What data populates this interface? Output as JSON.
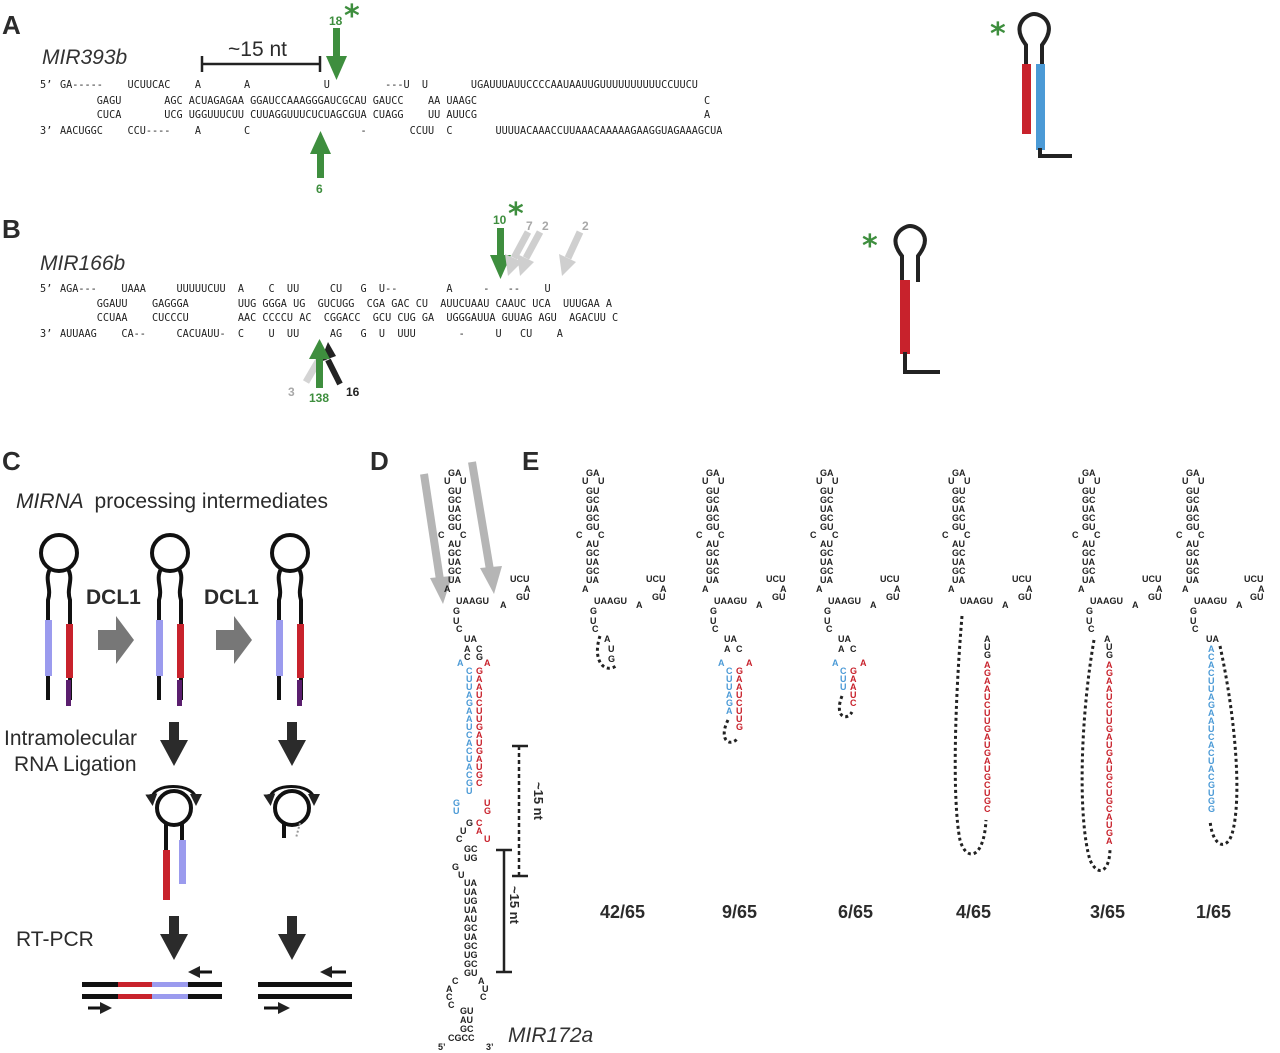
{
  "panels": {
    "a": {
      "letter": "A",
      "gene": "MIR393b",
      "scale_label": "~15 nt",
      "top_arrow_value": "18",
      "bottom_arrow_value": "6",
      "star": "*",
      "seq_rows": [
        {
          "prefix": "5’",
          "text": "GA-----    UCUUCAC    A       A            U         ---U  U       UGAUUUAUUCCCCAAUAAUUGUUUUUUUUUUCCUUCU"
        },
        {
          "prefix": "",
          "text": "      GAGU       AGC ACUAGAGAA GGAUCCAAAGGGAUCGCAU GAUCC    AA UAAGC                                     C"
        },
        {
          "prefix": "",
          "text": "      CUCA       UCG UGGUUUCUU CUUAGGUUUCUCUAGCGUA CUAGG    UU AUUCG                                     A"
        },
        {
          "prefix": "3’",
          "text": "AACUGGC    CCU----    A       C                  -       CCUU  C       UUUUACAAACCUUAAACAAAAAGAAGGUAGAAAGCUA"
        }
      ]
    },
    "b": {
      "letter": "B",
      "gene": "MIR166b",
      "star": "*",
      "top_values": [
        "10",
        "7",
        "2",
        "2"
      ],
      "bottom_values": [
        "3",
        "138",
        "16"
      ],
      "seq_rows": [
        {
          "prefix": "5’",
          "text": "AGA---    UAAA     UUUUUCUU  A    C  UU     CU   G  U--        A     -   --    U"
        },
        {
          "prefix": "",
          "text": "      GGAUU    GAGGGA        UUG GGGA UG  GUCUGG  CGA GAC CU  AUUCUAAU CAAUC UCA  UUUGAA A"
        },
        {
          "prefix": "",
          "text": "      CCUAA    CUCCCU        AAC CCCCU AC  CGGACC  GCU CUG GA  UGGGAUUA GUUAG AGU  AGACUU C"
        },
        {
          "prefix": "3’",
          "text": "AUUAAG    CA--     CACUAUU-  C    U  UU     AG   G  U  UUU       -     U   CU    A"
        }
      ]
    },
    "c": {
      "letter": "C",
      "title": "processing intermediates",
      "title_italic": "MIRNA",
      "enzyme_1": "DCL1",
      "enzyme_2": "DCL1",
      "step_ligation_1": "Intramolecular",
      "step_ligation_2": "RNA Ligation",
      "step_rtpcr": "RT-PCR"
    },
    "d": {
      "letter": "D",
      "gene": "MIR172a",
      "label_upper": "~15 nt",
      "label_lower": "~15 nt",
      "end5": "5’",
      "end3": "3’"
    },
    "e": {
      "letter": "E",
      "fractions": [
        "42/65",
        "9/65",
        "6/65",
        "4/65",
        "3/65",
        "1/65"
      ]
    }
  },
  "colors": {
    "red": "#c8222c",
    "blue": "#4b9ad6",
    "green": "#3e8e3e",
    "gray": "#a8a8a8",
    "lavender": "#9b9bee",
    "purple": "#5a1e6e",
    "dark": "#222222"
  }
}
